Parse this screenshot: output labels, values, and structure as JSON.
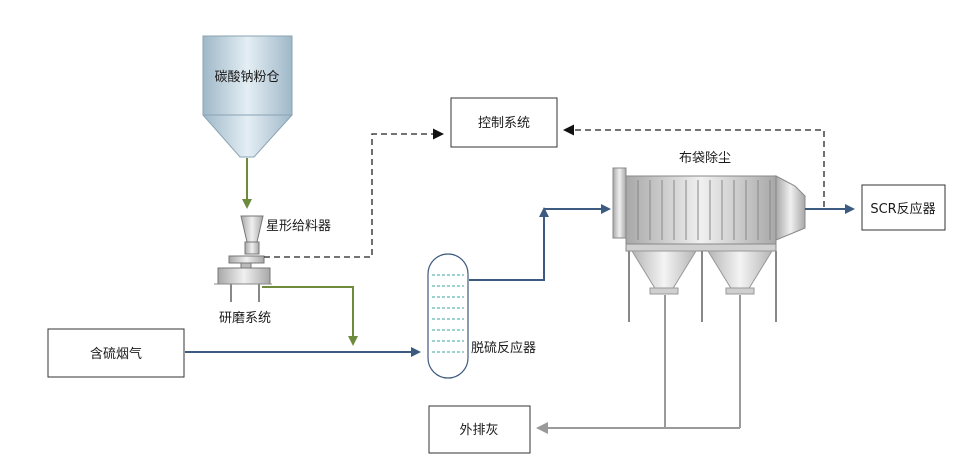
{
  "labels": {
    "silo": "碳酸钠粉仓",
    "star_feeder": "星形给料器",
    "mill": "研磨系统",
    "control": "控制系统",
    "bag_filter": "布袋除尘",
    "scr": "SCR反应器",
    "flue_gas": "含硫烟气",
    "reactor": "脱硫反应器",
    "ash": "外排灰"
  },
  "colors": {
    "flue_flow": "#3d5a80",
    "powder_flow": "#6e8b3d",
    "ash_flow": "#9a9a9a",
    "control_signal": "#222222"
  }
}
